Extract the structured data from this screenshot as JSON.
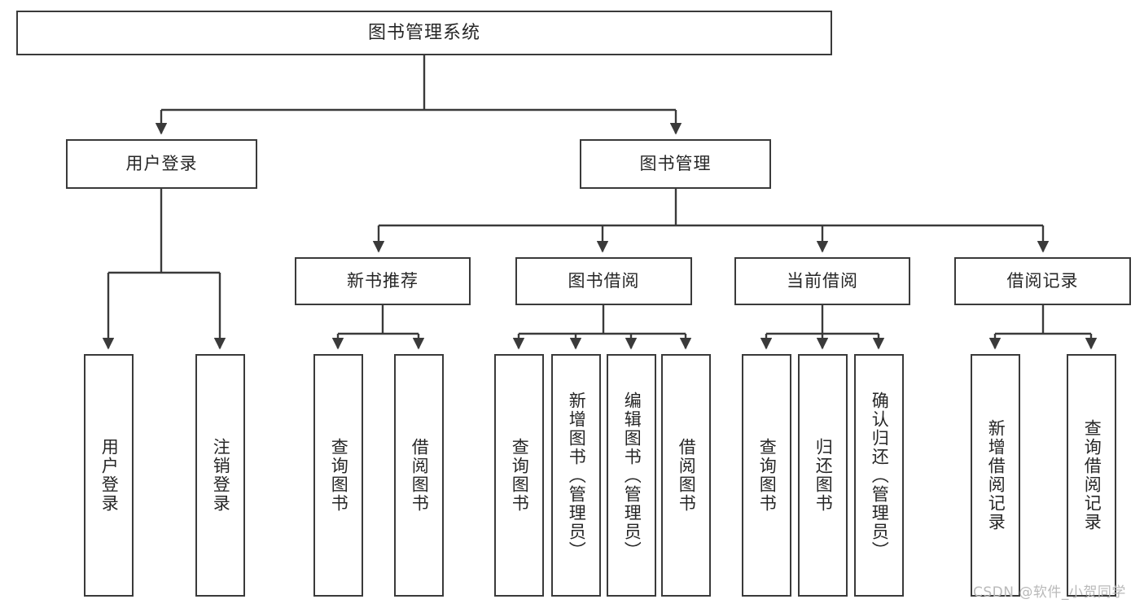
{
  "diagram": {
    "title": "图书管理系统",
    "type": "functional-structure-tree",
    "root": {
      "id": "root",
      "label": "图书管理系统"
    },
    "level2": [
      {
        "id": "user-login",
        "label": "用户登录"
      },
      {
        "id": "book-management",
        "label": "图书管理"
      }
    ],
    "level3": [
      {
        "id": "new-book-recommend",
        "label": "新书推荐"
      },
      {
        "id": "book-borrow",
        "label": "图书借阅"
      },
      {
        "id": "current-borrow",
        "label": "当前借阅"
      },
      {
        "id": "borrow-record",
        "label": "借阅记录"
      }
    ],
    "leaves": {
      "user_login": [
        {
          "id": "leaf-user-login",
          "label": "用户登录"
        },
        {
          "id": "leaf-user-logout",
          "label": "注销登录"
        }
      ],
      "new_book_recommend": [
        {
          "id": "leaf-query-book-1",
          "label": "查询图书"
        },
        {
          "id": "leaf-borrow-book-1",
          "label": "借阅图书"
        }
      ],
      "book_borrow": [
        {
          "id": "leaf-query-book-2",
          "label": "查询图书"
        },
        {
          "id": "leaf-add-book",
          "label": "新增图书（管理员）"
        },
        {
          "id": "leaf-edit-book",
          "label": "编辑图书（管理员）"
        },
        {
          "id": "leaf-borrow-book-2",
          "label": "借阅图书"
        }
      ],
      "current_borrow": [
        {
          "id": "leaf-query-book-3",
          "label": "查询图书"
        },
        {
          "id": "leaf-return-book",
          "label": "归还图书"
        },
        {
          "id": "leaf-confirm-return",
          "label": "确认归还（管理员）"
        }
      ],
      "borrow_record": [
        {
          "id": "leaf-add-record",
          "label": "新增借阅记录"
        },
        {
          "id": "leaf-query-record",
          "label": "查询借阅记录"
        }
      ]
    }
  },
  "watermark": {
    "text": "CSDN @软件_小贺同学"
  },
  "colors": {
    "border": "#3a3a3a",
    "text": "#262626",
    "background": "#ffffff",
    "watermark": "#b9b9b9"
  }
}
